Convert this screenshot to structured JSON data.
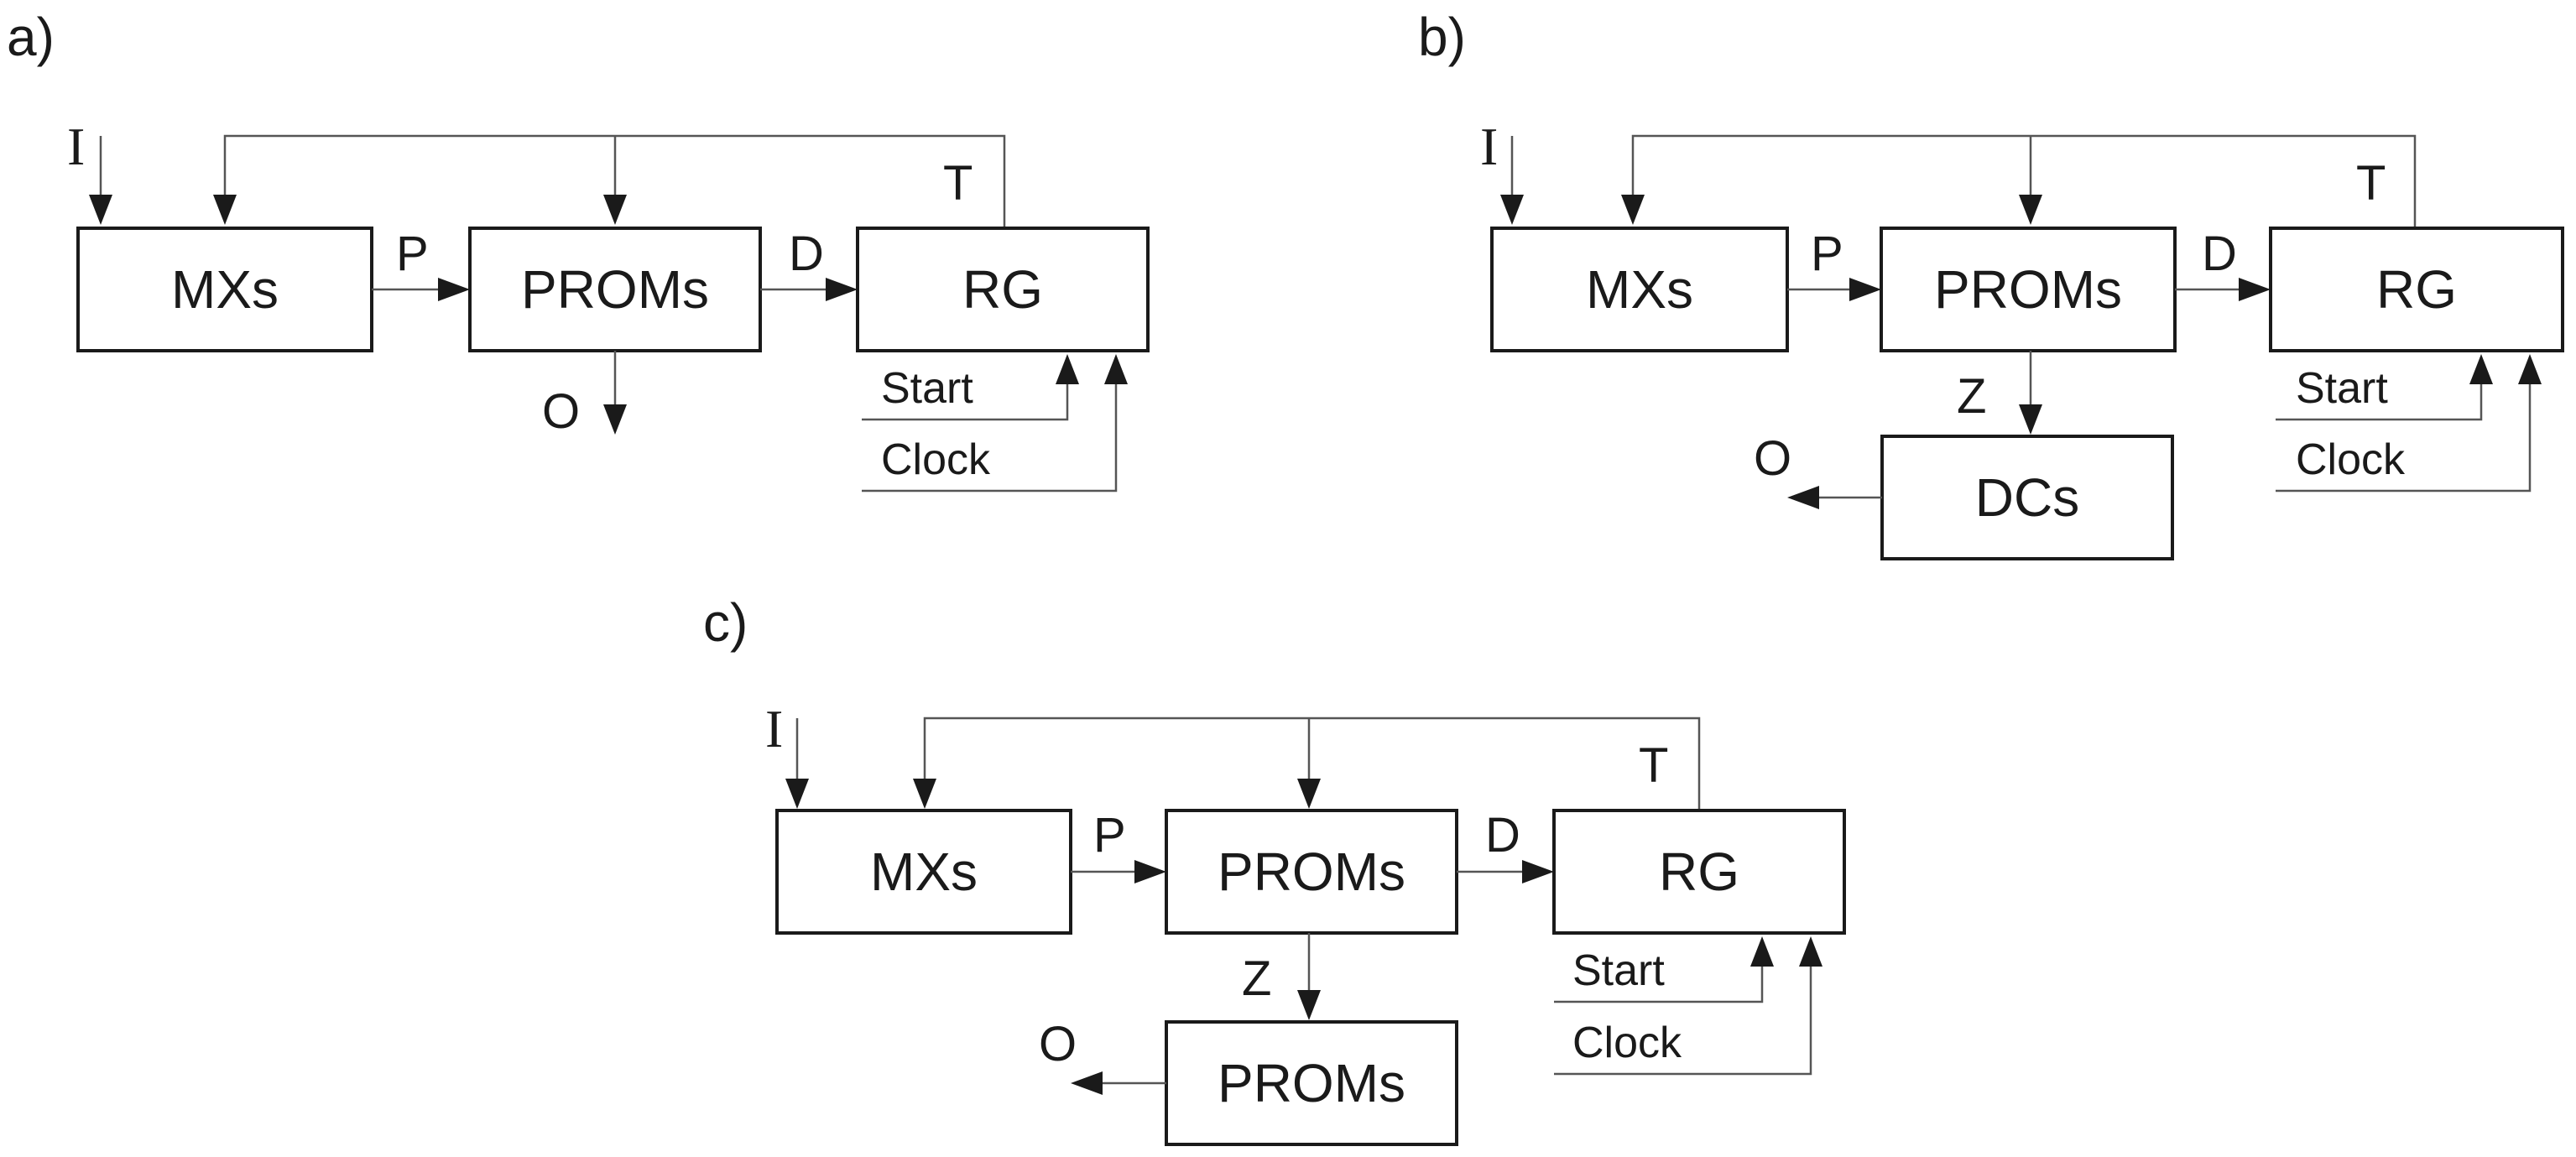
{
  "panels": [
    {
      "label": "a)",
      "blocks": {
        "mxs": "MXs",
        "proms": "PROMs",
        "rg": "RG"
      },
      "signals": {
        "input": "I",
        "p": "P",
        "d": "D",
        "t": "T",
        "output": "O"
      },
      "controls": {
        "start": "Start",
        "clock": "Clock"
      }
    },
    {
      "label": "b)",
      "blocks": {
        "mxs": "MXs",
        "proms": "PROMs",
        "rg": "RG",
        "decoder": "DCs"
      },
      "signals": {
        "input": "I",
        "p": "P",
        "d": "D",
        "t": "T",
        "z": "Z",
        "output": "O"
      },
      "controls": {
        "start": "Start",
        "clock": "Clock"
      }
    },
    {
      "label": "c)",
      "blocks": {
        "mxs": "MXs",
        "proms": "PROMs",
        "rg": "RG",
        "proms2": "PROMs"
      },
      "signals": {
        "input": "I",
        "p": "P",
        "d": "D",
        "t": "T",
        "z": "Z",
        "output": "O"
      },
      "controls": {
        "start": "Start",
        "clock": "Clock"
      }
    }
  ]
}
